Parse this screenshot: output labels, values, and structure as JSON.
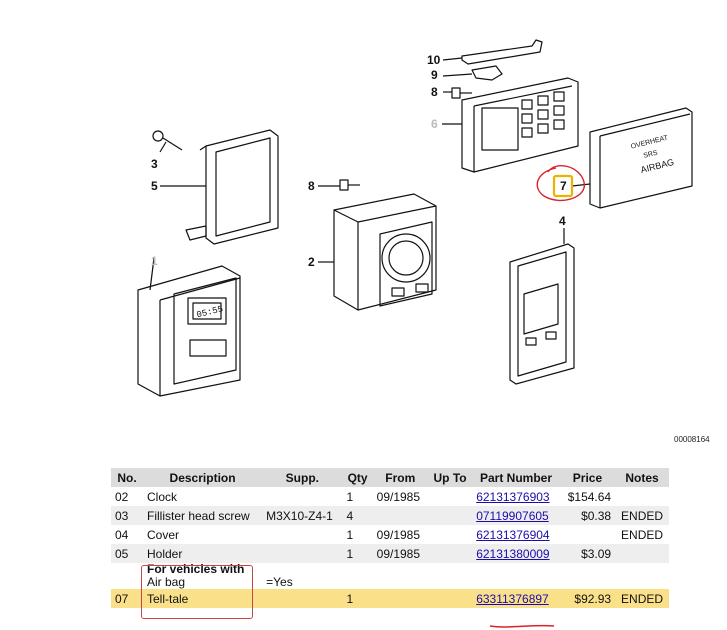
{
  "diagram": {
    "callouts": [
      "10",
      "9",
      "8",
      "6",
      "3",
      "5",
      "8",
      "2",
      "7",
      "4",
      "1"
    ],
    "catalog_id": "00008164",
    "display_text": [
      "OVERHEAT",
      "SRS",
      "AIRBAG"
    ],
    "clock_display": "05:55"
  },
  "table": {
    "headers": [
      "No.",
      "Description",
      "Supp.",
      "Qty",
      "From",
      "Up To",
      "Part Number",
      "Price",
      "Notes"
    ],
    "rows": [
      {
        "no": "02",
        "desc": "Clock",
        "supp": "",
        "qty": "1",
        "from": "09/1985",
        "upto": "",
        "part": "62131376903",
        "price": "$154.64",
        "notes": ""
      },
      {
        "no": "03",
        "desc": "Fillister head screw",
        "supp": "M3X10-Z4-1",
        "qty": "4",
        "from": "",
        "upto": "",
        "part": "07119907605",
        "price": "$0.38",
        "notes": "ENDED"
      },
      {
        "no": "04",
        "desc": "Cover",
        "supp": "",
        "qty": "1",
        "from": "09/1985",
        "upto": "",
        "part": "62131376904",
        "price": "",
        "notes": "ENDED"
      },
      {
        "no": "05",
        "desc": "Holder",
        "supp": "",
        "qty": "1",
        "from": "09/1985",
        "upto": "",
        "part": "62131380009",
        "price": "$3.09",
        "notes": ""
      }
    ],
    "note": {
      "heading": "For vehicles with",
      "item": "Air bag",
      "value": "=Yes"
    },
    "highlight_row": {
      "no": "07",
      "desc": "Tell-tale",
      "supp": "",
      "qty": "1",
      "from": "",
      "upto": "",
      "part": "63311376897",
      "price": "$92.93",
      "notes": "ENDED"
    }
  },
  "colors": {
    "highlight": "#fbe08a",
    "header": "#dcdcdc",
    "link": "#1a0dab",
    "annotation": "#d9232a"
  }
}
